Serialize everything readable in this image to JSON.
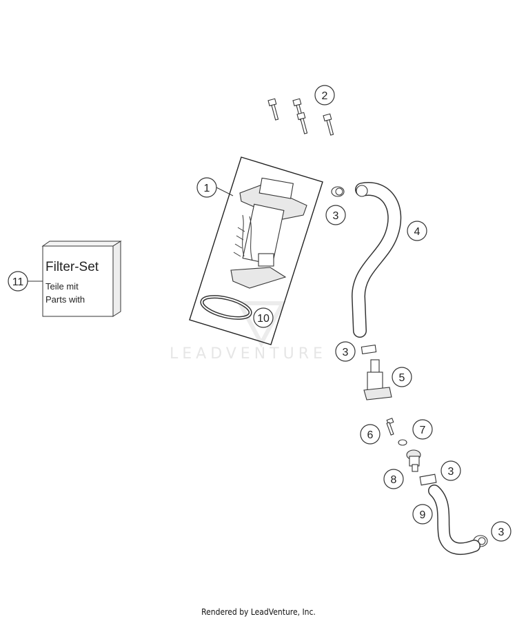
{
  "callouts": [
    {
      "id": "1",
      "label": "1"
    },
    {
      "id": "2",
      "label": "2"
    },
    {
      "id": "3a",
      "label": "3"
    },
    {
      "id": "3b",
      "label": "3"
    },
    {
      "id": "3c",
      "label": "3"
    },
    {
      "id": "3d",
      "label": "3"
    },
    {
      "id": "4",
      "label": "4"
    },
    {
      "id": "5",
      "label": "5"
    },
    {
      "id": "6",
      "label": "6"
    },
    {
      "id": "7",
      "label": "7"
    },
    {
      "id": "8",
      "label": "8"
    },
    {
      "id": "9",
      "label": "9"
    },
    {
      "id": "10",
      "label": "10"
    },
    {
      "id": "11",
      "label": "11"
    }
  ],
  "filter_box": {
    "title": "Filter-Set",
    "line1": "Teile mit",
    "line2": "Parts with"
  },
  "watermark": "LEADVENTURE",
  "footer": "Rendered by LeadVenture, Inc."
}
